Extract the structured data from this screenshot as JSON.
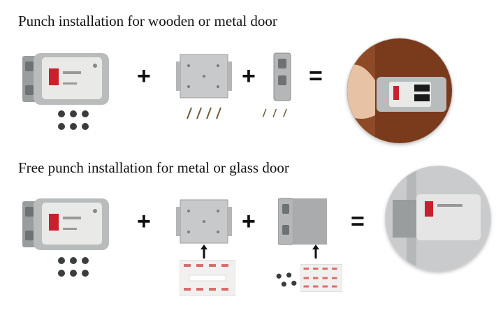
{
  "rows": [
    {
      "heading": "Punch installation for wooden or metal door"
    },
    {
      "heading": "Free punch installation for metal or glass door"
    }
  ],
  "operators": {
    "plus": "+",
    "equals": "="
  },
  "icons": {
    "lock": "smart-lock-body",
    "screws": "screw-set",
    "plate": "mounting-plate",
    "strike": "strike-plate",
    "tape": "adhesive-tape",
    "arrow": "up-arrow"
  },
  "colors": {
    "lock_body": "#b9bcbd",
    "lock_panel": "#e9e9e7",
    "lock_accent": "#c8202c",
    "plate": "#c7c9ca",
    "wood": "#7a3a1c",
    "tape_bg": "#f2f0ee",
    "tape_print": "#c83a3a"
  }
}
